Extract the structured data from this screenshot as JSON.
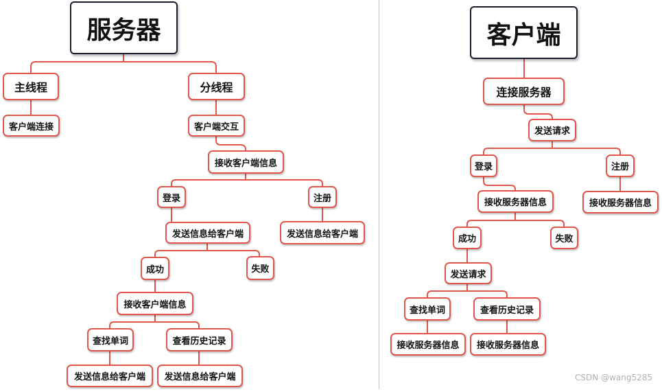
{
  "server": {
    "root": "服务器",
    "main_thread": "主线程",
    "client_connect": "客户端连接",
    "sub_thread": "分线程",
    "client_interact": "客户端交互",
    "recv_client_info": "接收客户端信息",
    "login": "登录",
    "register": "注册",
    "login_send": "发送信息给客户端",
    "register_send": "发送信息给客户端",
    "success": "成功",
    "fail": "失败",
    "recv_client_info_2": "接收客户端信息",
    "lookup_word": "查找单词",
    "view_history": "查看历史记录",
    "lookup_send": "发送信息给客户端",
    "history_send": "发送信息给客户端"
  },
  "client": {
    "root": "客户端",
    "connect_server": "连接服务器",
    "send_request": "发送请求",
    "login": "登录",
    "register": "注册",
    "login_recv": "接收服务器信息",
    "register_recv": "接收服务器信息",
    "success": "成功",
    "fail": "失败",
    "send_request_2": "发送请求",
    "lookup_word": "查找单词",
    "view_history": "查看历史记录",
    "lookup_recv": "接收服务器信息",
    "history_recv": "接收服务器信息"
  },
  "watermark": "CSDN @wang5285",
  "colors": {
    "edge": "#e0564a",
    "root_border": "#1a1a2e"
  }
}
